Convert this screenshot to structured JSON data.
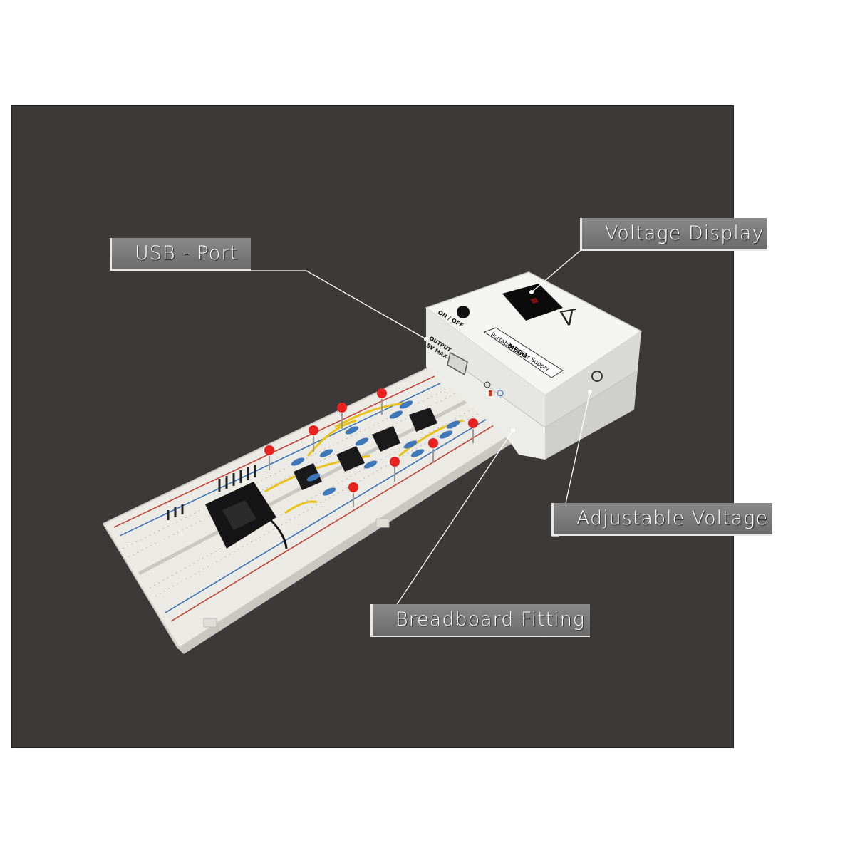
{
  "callouts": {
    "usb_port": "USB - Port",
    "voltage_display": "Voltage Display",
    "adjustable_voltage": "Adjustable Voltage",
    "breadboard_fitting": "Breadboard Fitting"
  },
  "device": {
    "on_off": "ON / OFF",
    "output_line1": "OUTPUT",
    "output_line2": "5V MAX",
    "brand_line1": "Portable Power Supply",
    "brand_line2": "MEGO",
    "display_unit": "V"
  },
  "colors": {
    "background_panel": "#3b3a39",
    "label_fill": "#7a7a7a",
    "led_red": "#e8231f",
    "resistor_blue": "#3f78b8",
    "jumper_yellow": "#e6c21a"
  }
}
